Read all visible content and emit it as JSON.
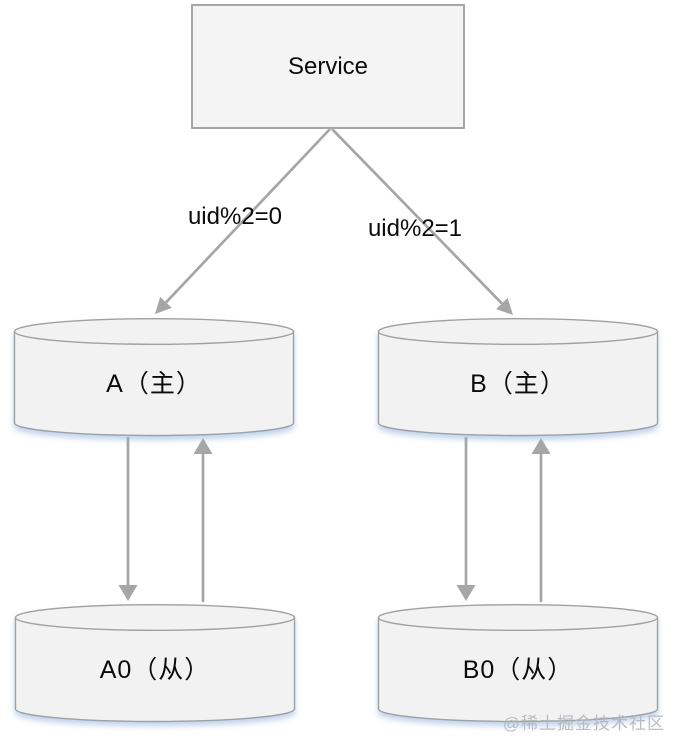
{
  "nodes": {
    "service": {
      "label": "Service"
    },
    "master_a": {
      "label": "A（主）"
    },
    "master_b": {
      "label": "B（主）"
    },
    "slave_a": {
      "label": "A0（从）"
    },
    "slave_b": {
      "label": "B0（从）"
    }
  },
  "edges": {
    "left": {
      "label": "uid%2=0"
    },
    "right": {
      "label": "uid%2=1"
    }
  },
  "watermark": "@稀土掘金技术社区",
  "colors": {
    "line": "#a6a6a6",
    "node_fill": "#f2f2f2",
    "node_border": "#a0a0a0",
    "glow": "rgba(142,177,222,0.55)",
    "text": "#0b0b0b",
    "watermark": "#b2b7bd"
  }
}
